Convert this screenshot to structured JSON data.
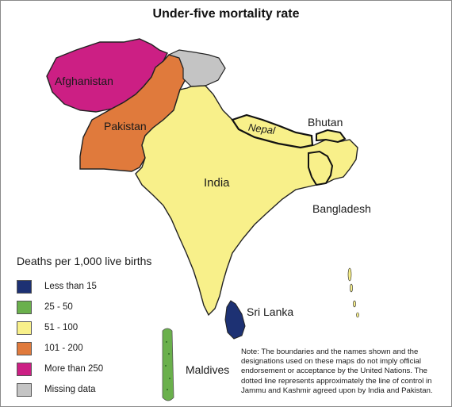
{
  "title": "Under-five mortality rate",
  "countries": {
    "afghanistan": {
      "label": "Afghanistan",
      "category": "More than 250"
    },
    "pakistan": {
      "label": "Pakistan",
      "category": "101 - 200"
    },
    "india": {
      "label": "India",
      "category": "51 - 100"
    },
    "nepal": {
      "label": "Nepal",
      "category": "51 - 100"
    },
    "bhutan": {
      "label": "Bhutan",
      "category": "51 - 100"
    },
    "bangladesh": {
      "label": "Bangladesh",
      "category": "51 - 100"
    },
    "sri_lanka": {
      "label": "Sri Lanka",
      "category": "Less than 15"
    },
    "maldives": {
      "label": "Maldives",
      "category": "25 - 50"
    },
    "kashmir": {
      "category": "Missing data"
    }
  },
  "legend": {
    "title": "Deaths per 1,000 live births",
    "items": [
      {
        "label": "Less than 15",
        "color": "#1d3173"
      },
      {
        "label": "25 - 50",
        "color": "#6ab04c"
      },
      {
        "label": "51 - 100",
        "color": "#f8f08a"
      },
      {
        "label": "101 - 200",
        "color": "#e07a3c"
      },
      {
        "label": "More than 250",
        "color": "#cc1f84"
      },
      {
        "label": "Missing data",
        "color": "#c4c4c4"
      }
    ]
  },
  "note": "Note: The boundaries and the names shown and the designations used on these maps do not imply official endorsement or acceptance by the United Nations. The dotted line represents approximately the line of control in Jammu and Kashmir agreed upon by India and Pakistan."
}
